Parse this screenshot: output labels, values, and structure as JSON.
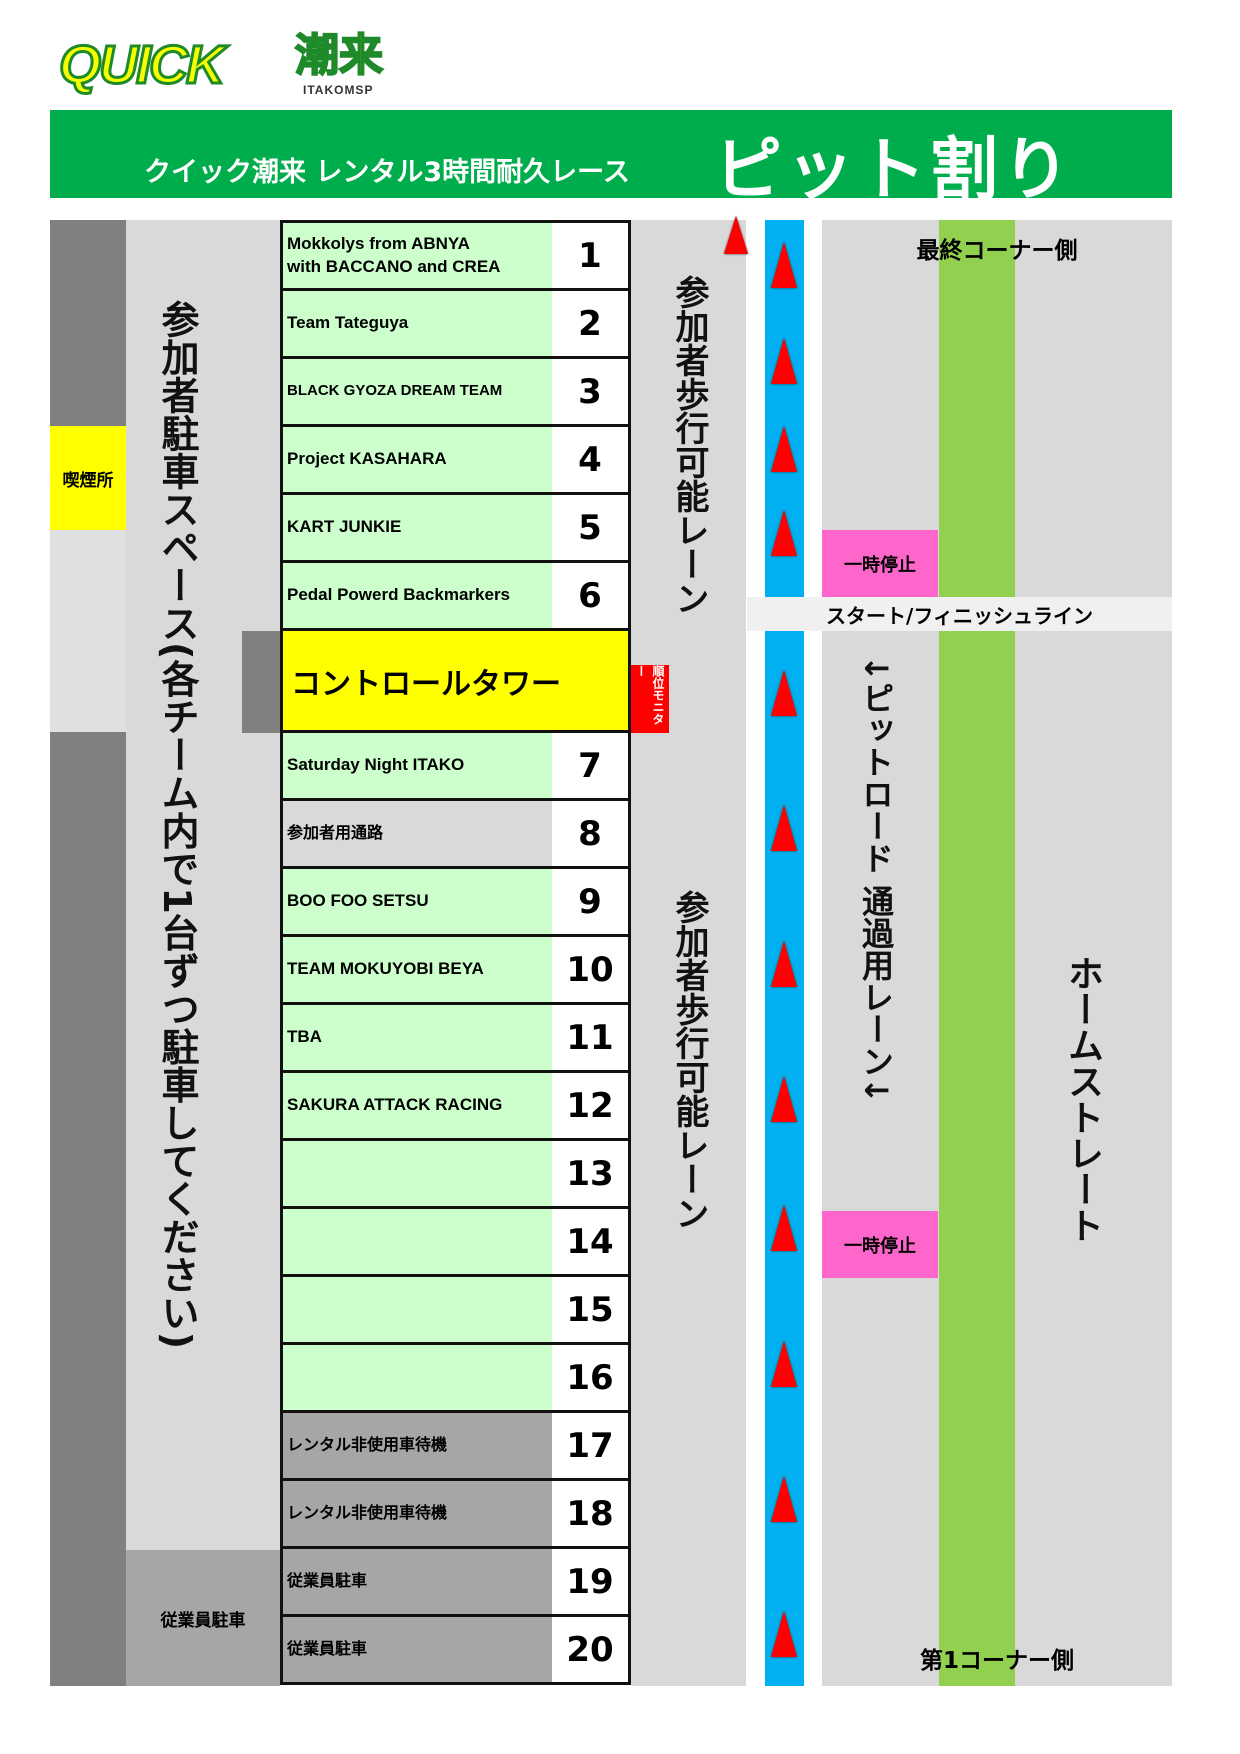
{
  "logo": {
    "text": "QUICK",
    "kanji": "潮来",
    "sub": "ITAKOMSP"
  },
  "banner": {
    "subtitle": "クイック潮来 レンタル3時間耐久レース",
    "title": "ピット割り"
  },
  "labels": {
    "smoking": "喫煙所",
    "parking": "参加者駐車スペース(各チーム内で1台ずつ駐車してください)",
    "staff_parking": "従業員駐車",
    "walk_lane": "参加者歩行可能レーン",
    "control_tower": "コントロールタワー",
    "monitor": "順位モニター",
    "pit_road": "↓ピットロード 通過用レーン↓",
    "stop": "一時停止",
    "start_finish": "スタート/フィニッシュライン",
    "last_corner": "最終コーナー側",
    "first_corner": "第1コーナー側",
    "home_straight": "ホームストレート"
  },
  "colors": {
    "green": "#00ad4c",
    "row_green": "#ccffcc",
    "row_gray": "#d9d9d9",
    "row_dark": "#a6a6a6",
    "lane_blue": "#00b0f0",
    "track_green": "#92d050",
    "pink": "#ff66cc",
    "yellow": "#ffff00",
    "red": "#ff0000"
  },
  "pits": [
    {
      "no": "1",
      "team": "Mokkolys from ABNYA\nwith BACCANO and CREA",
      "kind": "team"
    },
    {
      "no": "2",
      "team": "Team Tateguya",
      "kind": "team"
    },
    {
      "no": "3",
      "team": "BLACK GYOZA DREAM TEAM",
      "kind": "team"
    },
    {
      "no": "4",
      "team": "Project KASAHARA",
      "kind": "team"
    },
    {
      "no": "5",
      "team": "KART JUNKIE",
      "kind": "team"
    },
    {
      "no": "6",
      "team": "Pedal Powerd Backmarkers",
      "kind": "team"
    },
    {
      "no": "7",
      "team": "Saturday Night ITAKO",
      "kind": "team"
    },
    {
      "no": "8",
      "team": "参加者用通路",
      "kind": "path"
    },
    {
      "no": "9",
      "team": "BOO FOO SETSU",
      "kind": "team"
    },
    {
      "no": "10",
      "team": "TEAM MOKUYOBI BEYA",
      "kind": "team"
    },
    {
      "no": "11",
      "team": "TBA",
      "kind": "team"
    },
    {
      "no": "12",
      "team": "SAKURA ATTACK RACING",
      "kind": "team"
    },
    {
      "no": "13",
      "team": "",
      "kind": "team"
    },
    {
      "no": "14",
      "team": "",
      "kind": "team"
    },
    {
      "no": "15",
      "team": "",
      "kind": "team"
    },
    {
      "no": "16",
      "team": "",
      "kind": "team"
    },
    {
      "no": "17",
      "team": "レンタル非使用車待機",
      "kind": "idle"
    },
    {
      "no": "18",
      "team": "レンタル非使用車待機",
      "kind": "idle"
    },
    {
      "no": "19",
      "team": "従業員駐車",
      "kind": "idle"
    },
    {
      "no": "20",
      "team": "従業員駐車",
      "kind": "idle"
    }
  ]
}
